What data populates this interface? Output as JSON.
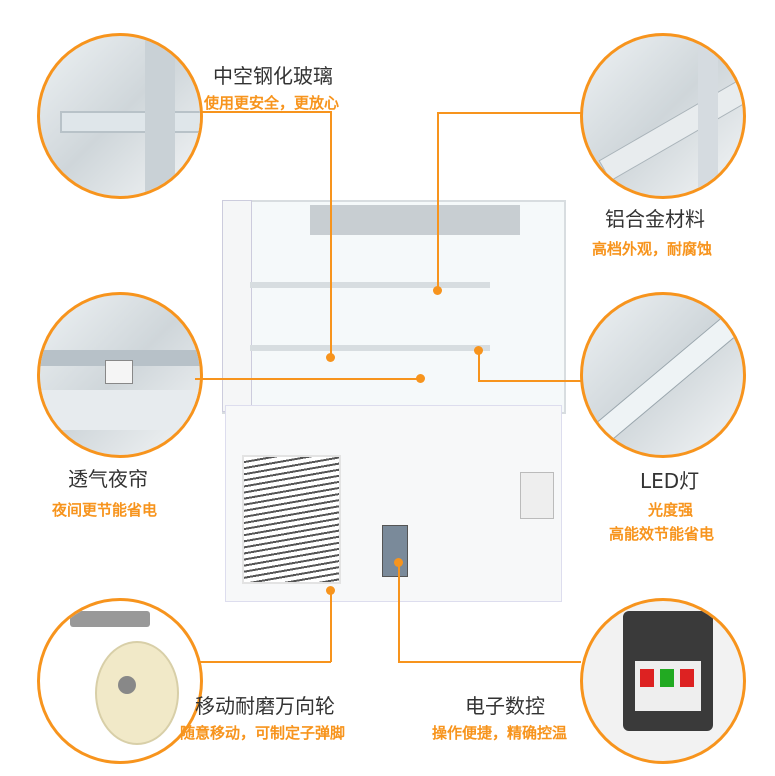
{
  "features": [
    {
      "title": "中空钢化玻璃",
      "subtitle": "使用更安全，更放心"
    },
    {
      "title": "铝合金材料",
      "subtitle": "高档外观，耐腐蚀"
    },
    {
      "title": "透气夜帘",
      "subtitle": "夜间更节能省电"
    },
    {
      "title": "LED灯",
      "subtitle": "光度强",
      "subtitle2": "高能效节能省电"
    },
    {
      "title": "移动耐磨万向轮",
      "subtitle": "随意移动，可制定子弹脚"
    },
    {
      "title": "电子数控",
      "subtitle": "操作便捷，精确控温"
    }
  ],
  "accent": "#f7941d"
}
